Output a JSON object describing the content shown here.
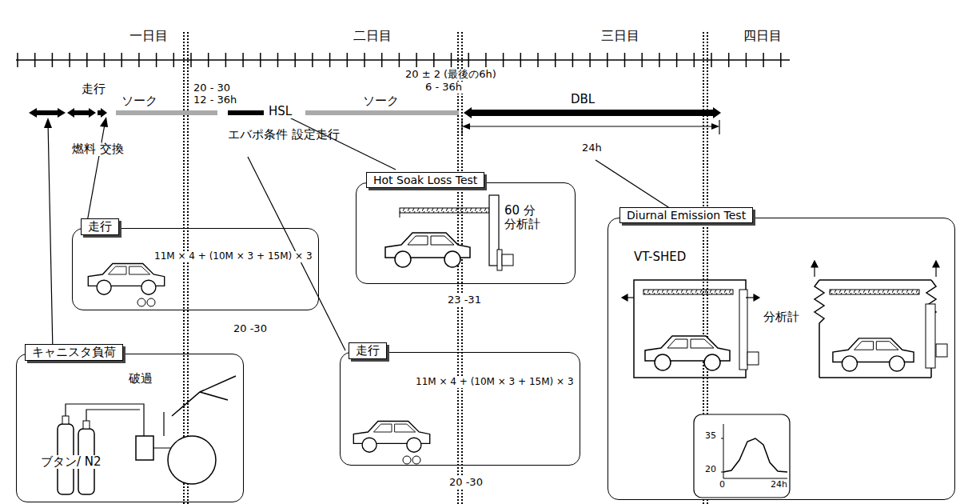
{
  "diagram": {
    "nodes": [
      {
        "text": [
          "Hot Soak Loss Test",
          "60 分 分析計"
        ]
      },
      {
        "text": [
          "Diurnal Emission Test",
          "VT-SHED",
          "分析計"
        ]
      },
      {
        "text": [
          "走行",
          "11M × 4 + (10M × 3 + 15M) × 3"
        ]
      },
      {
        "text": [
          "キャニスタ負荷",
          "破過",
          "ブタン/ N2"
        ]
      },
      {
        "text": [
          "走行",
          "11M × 4 + (10M × 3 + 15M) × 3"
        ]
      }
    ],
    "labels": [
      "一日目",
      "二日目",
      "三日目",
      "四日目",
      "走行",
      "ソーク",
      "20 - 30",
      "12 - 36h",
      "20 ± 2 (最後の6h)",
      "6 - 36h",
      "HSL",
      "ソーク",
      "DBL",
      "燃料 交換",
      "エバポ条件 設定走行",
      "24h",
      "23 -31",
      "20 -30",
      "20 -30",
      "35",
      "20",
      "0",
      "24h"
    ]
  }
}
